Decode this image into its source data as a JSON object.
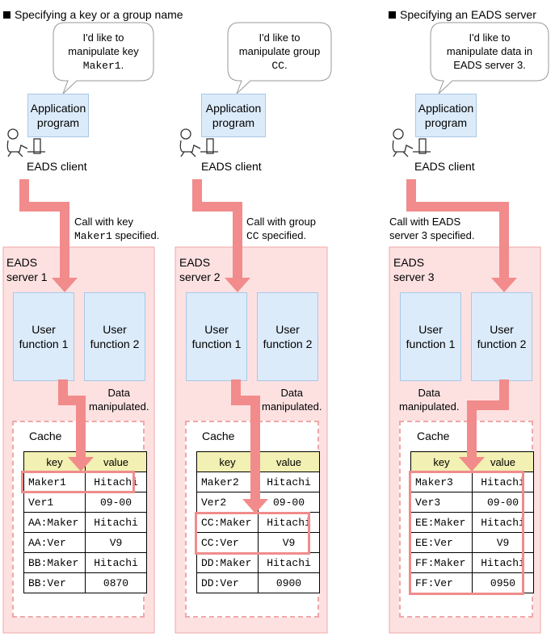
{
  "headings": {
    "left": "Specifying a key or a group name",
    "right": "Specifying an EADS server"
  },
  "columns": [
    {
      "bubble": {
        "line1": "I'd like to",
        "line2": "manipulate key",
        "line3_code": "Maker1",
        "line3_suffix": "."
      },
      "app_label": "Application program",
      "client_label": "EADS client",
      "call": {
        "line1": "Call with key",
        "line2_code": "Maker1",
        "line2_suffix": " specified."
      },
      "server_label": "EADS server 1",
      "uf1": "User function 1",
      "uf2": "User function 2",
      "data_manip": {
        "line1": "Data",
        "line2": "manipulated."
      },
      "cache_label": "Cache",
      "table": {
        "headers": [
          "key",
          "value"
        ],
        "rows": [
          [
            "Maker1",
            "Hitachi"
          ],
          [
            "Ver1",
            "09-00"
          ],
          [
            "AA:Maker",
            "Hitachi"
          ],
          [
            "AA:Ver",
            "V9"
          ],
          [
            "BB:Maker",
            "Hitachi"
          ],
          [
            "BB:Ver",
            "0870"
          ]
        ]
      }
    },
    {
      "bubble": {
        "line1": "I'd like to",
        "line2": "manipulate group",
        "line3_code": "CC",
        "line3_suffix": "."
      },
      "app_label": "Application program",
      "client_label": "EADS client",
      "call": {
        "line1": "Call with group",
        "line2_code": "CC",
        "line2_suffix": " specified."
      },
      "server_label": "EADS server 2",
      "uf1": "User function 1",
      "uf2": "User function 2",
      "data_manip": {
        "line1": "Data",
        "line2": "manipulated."
      },
      "cache_label": "Cache",
      "table": {
        "headers": [
          "key",
          "value"
        ],
        "rows": [
          [
            "Maker2",
            "Hitachi"
          ],
          [
            "Ver2",
            "09-00"
          ],
          [
            "CC:Maker",
            "Hitachi"
          ],
          [
            "CC:Ver",
            "V9"
          ],
          [
            "DD:Maker",
            "Hitachi"
          ],
          [
            "DD:Ver",
            "0900"
          ]
        ]
      }
    },
    {
      "bubble": {
        "line1": "I'd like to",
        "line2": "manipulate data in",
        "line3": "EADS server 3."
      },
      "app_label": "Application program",
      "client_label": "EADS client",
      "call": {
        "line1": "Call with EADS",
        "line2": "server 3 specified."
      },
      "server_label": "EADS server 3",
      "uf1": "User function 1",
      "uf2": "User function 2",
      "data_manip": {
        "line1": "Data",
        "line2": "manipulated."
      },
      "cache_label": "Cache",
      "table": {
        "headers": [
          "key",
          "value"
        ],
        "rows": [
          [
            "Maker3",
            "Hitachi"
          ],
          [
            "Ver3",
            "09-00"
          ],
          [
            "EE:Maker",
            "Hitachi"
          ],
          [
            "EE:Ver",
            "V9"
          ],
          [
            "FF:Maker",
            "Hitachi"
          ],
          [
            "FF:Ver",
            "0950"
          ]
        ]
      }
    }
  ],
  "colors": {
    "arrow": "#f28b8b",
    "server_bg": "#fde1e1",
    "function_bg": "#dcebfa",
    "table_header_bg": "#f2f0b2",
    "highlight_border": "#f08c8c"
  }
}
